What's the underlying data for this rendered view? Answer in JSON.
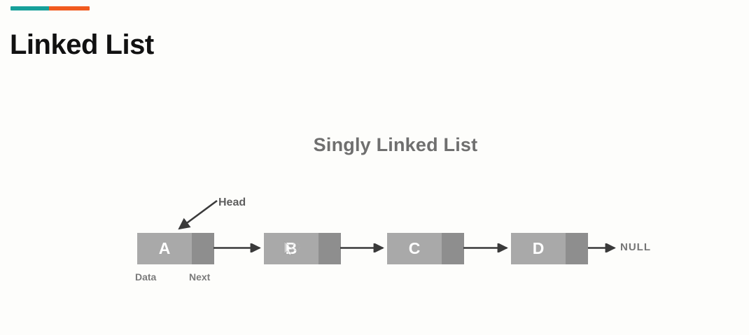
{
  "page": {
    "title": "Linked List",
    "background_color": "#fdfdfb"
  },
  "accent_bar": {
    "left_color": "#16a09a",
    "right_color": "#f15a1e",
    "left_name": "teal-segment",
    "right_name": "orange-segment"
  },
  "diagram": {
    "title": "Singly Linked List",
    "title_color": "#6f6f6f",
    "node_data_color": "#a9a9a9",
    "node_next_color": "#8e8e8e",
    "arrow_color": "#3a3a3a",
    "nodes": [
      {
        "value": "A",
        "name": "node-a"
      },
      {
        "value": "B",
        "name": "node-b"
      },
      {
        "value": "C",
        "name": "node-c"
      },
      {
        "value": "D",
        "name": "node-d"
      }
    ],
    "head_label": "Head",
    "null_label": "NULL",
    "cell_labels": {
      "data": "Data",
      "next": "Next"
    }
  }
}
